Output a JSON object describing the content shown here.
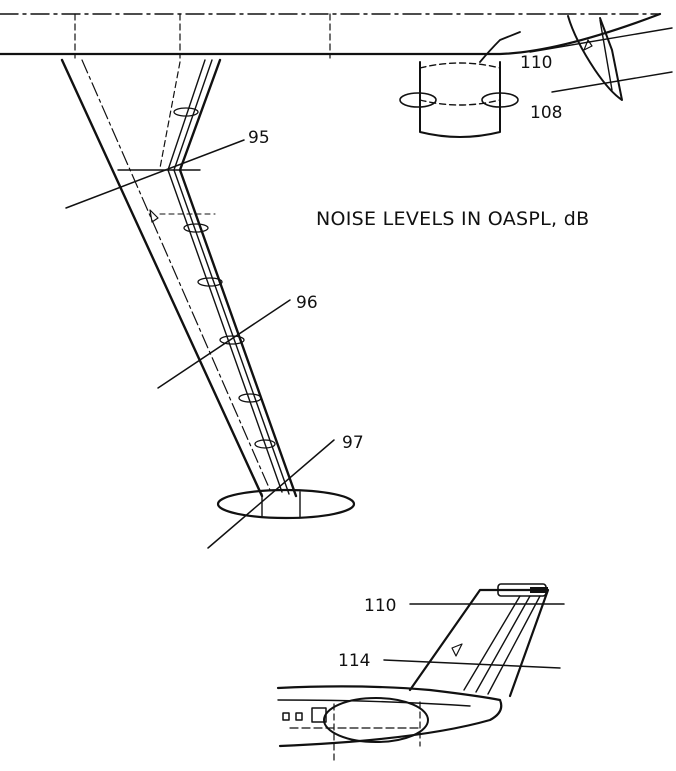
{
  "title": "NOISE LEVELS IN OASPL, dB",
  "labels": {
    "inboard_root": "95",
    "mid_wing": "96",
    "wing_tip": "97",
    "pylon_upper": "110",
    "pylon_lower": "108",
    "tail_upper": "110",
    "tail_lower": "114"
  }
}
